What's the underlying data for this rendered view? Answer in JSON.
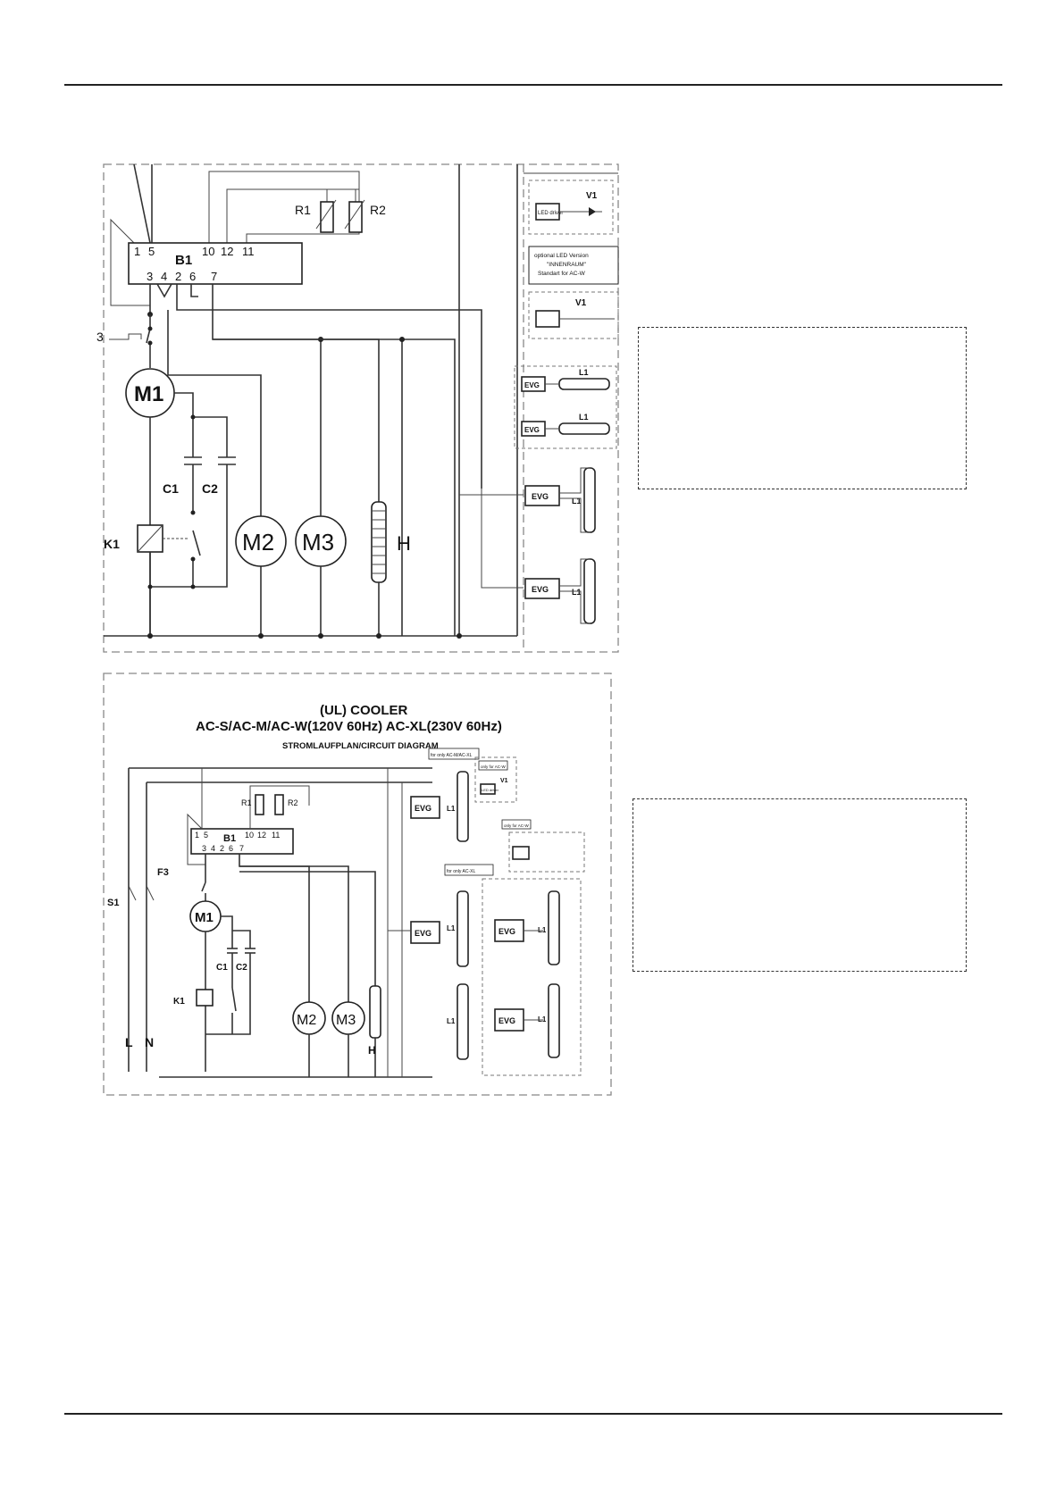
{
  "diagram_top": {
    "b1_terminals_top": [
      "1",
      "5",
      "10",
      "12",
      "11"
    ],
    "b1_terminals_bottom": [
      "3",
      "4",
      "2",
      "6",
      "7"
    ],
    "b1_label": "B1",
    "r1": "R1",
    "r2": "R2",
    "switch_label": "3",
    "m1": "M1",
    "m2": "M2",
    "m3": "M3",
    "c1": "C1",
    "c2": "C2",
    "k1": "K1",
    "h": "H",
    "v1": "V1",
    "led_driver": "LED driver",
    "led_note_line1": "optional LED Version",
    "led_note_line2": "\"INNENRAUM\"",
    "led_note_line3": "Standart for AC-W",
    "evg": "EVG",
    "l1": "L1"
  },
  "diagram_bottom": {
    "title_line1": "(UL) COOLER",
    "title_line2": "AC-S/AC-M/AC-W(120V 60Hz) AC-XL(230V 60Hz)",
    "subtitle": "STROMLAUFPLAN/CIRCUIT DIAGRAM",
    "b1_terminals_top": [
      "1",
      "5",
      "10",
      "12",
      "11"
    ],
    "b1_terminals_bottom": [
      "3",
      "4",
      "2",
      "6",
      "7"
    ],
    "b1_label": "B1",
    "r1": "R1",
    "r2": "R2",
    "s1": "S1",
    "f3": "F3",
    "m1": "M1",
    "m2": "M2",
    "m3": "M3",
    "c1": "C1",
    "c2": "C2",
    "k1": "K1",
    "h": "H",
    "l": "L",
    "n": "N",
    "evg": "EVG",
    "l1": "L1",
    "v1": "V1",
    "led_driver": "LED driver",
    "tag_ac_m": "for only AC-M/AC-XL",
    "tag_only_acw": "only for AC-W",
    "tag_only_acw2": "only for AC-W",
    "tag_xl": "for only AC-XL"
  }
}
